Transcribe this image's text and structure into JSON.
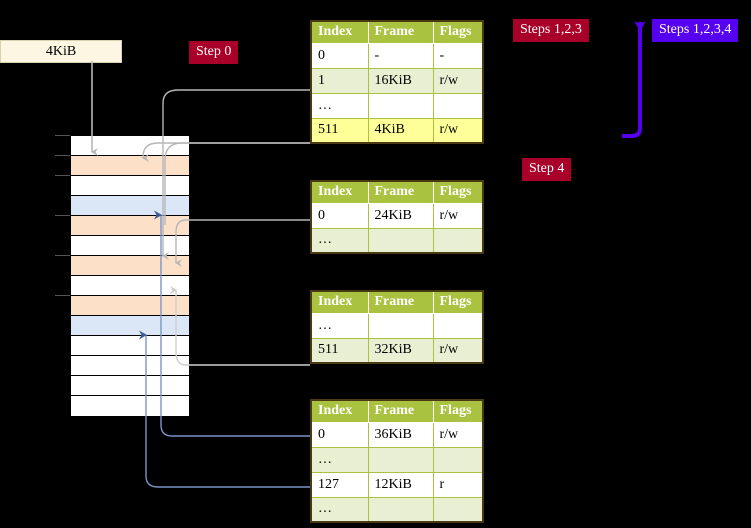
{
  "diagram": {
    "title_badges": {
      "steps_123": "Steps 1,2,3",
      "steps_1234": "Steps 1,2,3,4",
      "step_4": "Step 4",
      "step_0": "Step 0"
    },
    "memory_label": "4KiB",
    "colors": {
      "badge_red": "#a80028",
      "badge_blue": "#5500ee",
      "table_header": "#a9c23f",
      "table_row_alt": "#e9efd2",
      "highlight": "#ffff99",
      "mem_orange": "#fde0c8",
      "mem_blue": "#dbe7f7",
      "connector_gray": "#b7b7b7",
      "connector_blue": "#7a96c8",
      "bracket_purple": "#5500ee"
    },
    "memory_rows": [
      {
        "fill": "white"
      },
      {
        "fill": "orange"
      },
      {
        "fill": "white"
      },
      {
        "fill": "blue"
      },
      {
        "fill": "orange"
      },
      {
        "fill": "white"
      },
      {
        "fill": "orange"
      },
      {
        "fill": "white"
      },
      {
        "fill": "orange"
      },
      {
        "fill": "blue"
      },
      {
        "fill": "white"
      },
      {
        "fill": "white"
      },
      {
        "fill": "white"
      },
      {
        "fill": "white"
      }
    ],
    "tables": [
      {
        "name": "pml4-table",
        "columns": [
          "Index",
          "Frame",
          "Flags"
        ],
        "rows": [
          {
            "index": "0",
            "frame": "-",
            "flags": "-",
            "alt": false,
            "highlight": false
          },
          {
            "index": "1",
            "frame": "16KiB",
            "flags": "r/w",
            "alt": true,
            "highlight": false
          },
          {
            "index": "…",
            "frame": "",
            "flags": "",
            "alt": false,
            "highlight": false
          },
          {
            "index": "511",
            "frame": "4KiB",
            "flags": "r/w",
            "alt": true,
            "highlight": true
          }
        ]
      },
      {
        "name": "pdp-table",
        "columns": [
          "Index",
          "Frame",
          "Flags"
        ],
        "rows": [
          {
            "index": "0",
            "frame": "24KiB",
            "flags": "r/w",
            "alt": false,
            "highlight": false
          },
          {
            "index": "…",
            "frame": "",
            "flags": "",
            "alt": true,
            "highlight": false
          }
        ]
      },
      {
        "name": "pd-table",
        "columns": [
          "Index",
          "Frame",
          "Flags"
        ],
        "rows": [
          {
            "index": "…",
            "frame": "",
            "flags": "",
            "alt": false,
            "highlight": false
          },
          {
            "index": "511",
            "frame": "32KiB",
            "flags": "r/w",
            "alt": true,
            "highlight": false
          }
        ]
      },
      {
        "name": "pt-table",
        "columns": [
          "Index",
          "Frame",
          "Flags"
        ],
        "rows": [
          {
            "index": "0",
            "frame": "36KiB",
            "flags": "r/w",
            "alt": false,
            "highlight": false
          },
          {
            "index": "…",
            "frame": "",
            "flags": "",
            "alt": true,
            "highlight": false
          },
          {
            "index": "127",
            "frame": "12KiB",
            "flags": "r",
            "alt": false,
            "highlight": false
          },
          {
            "index": "…",
            "frame": "",
            "flags": "",
            "alt": true,
            "highlight": false
          }
        ]
      }
    ]
  }
}
